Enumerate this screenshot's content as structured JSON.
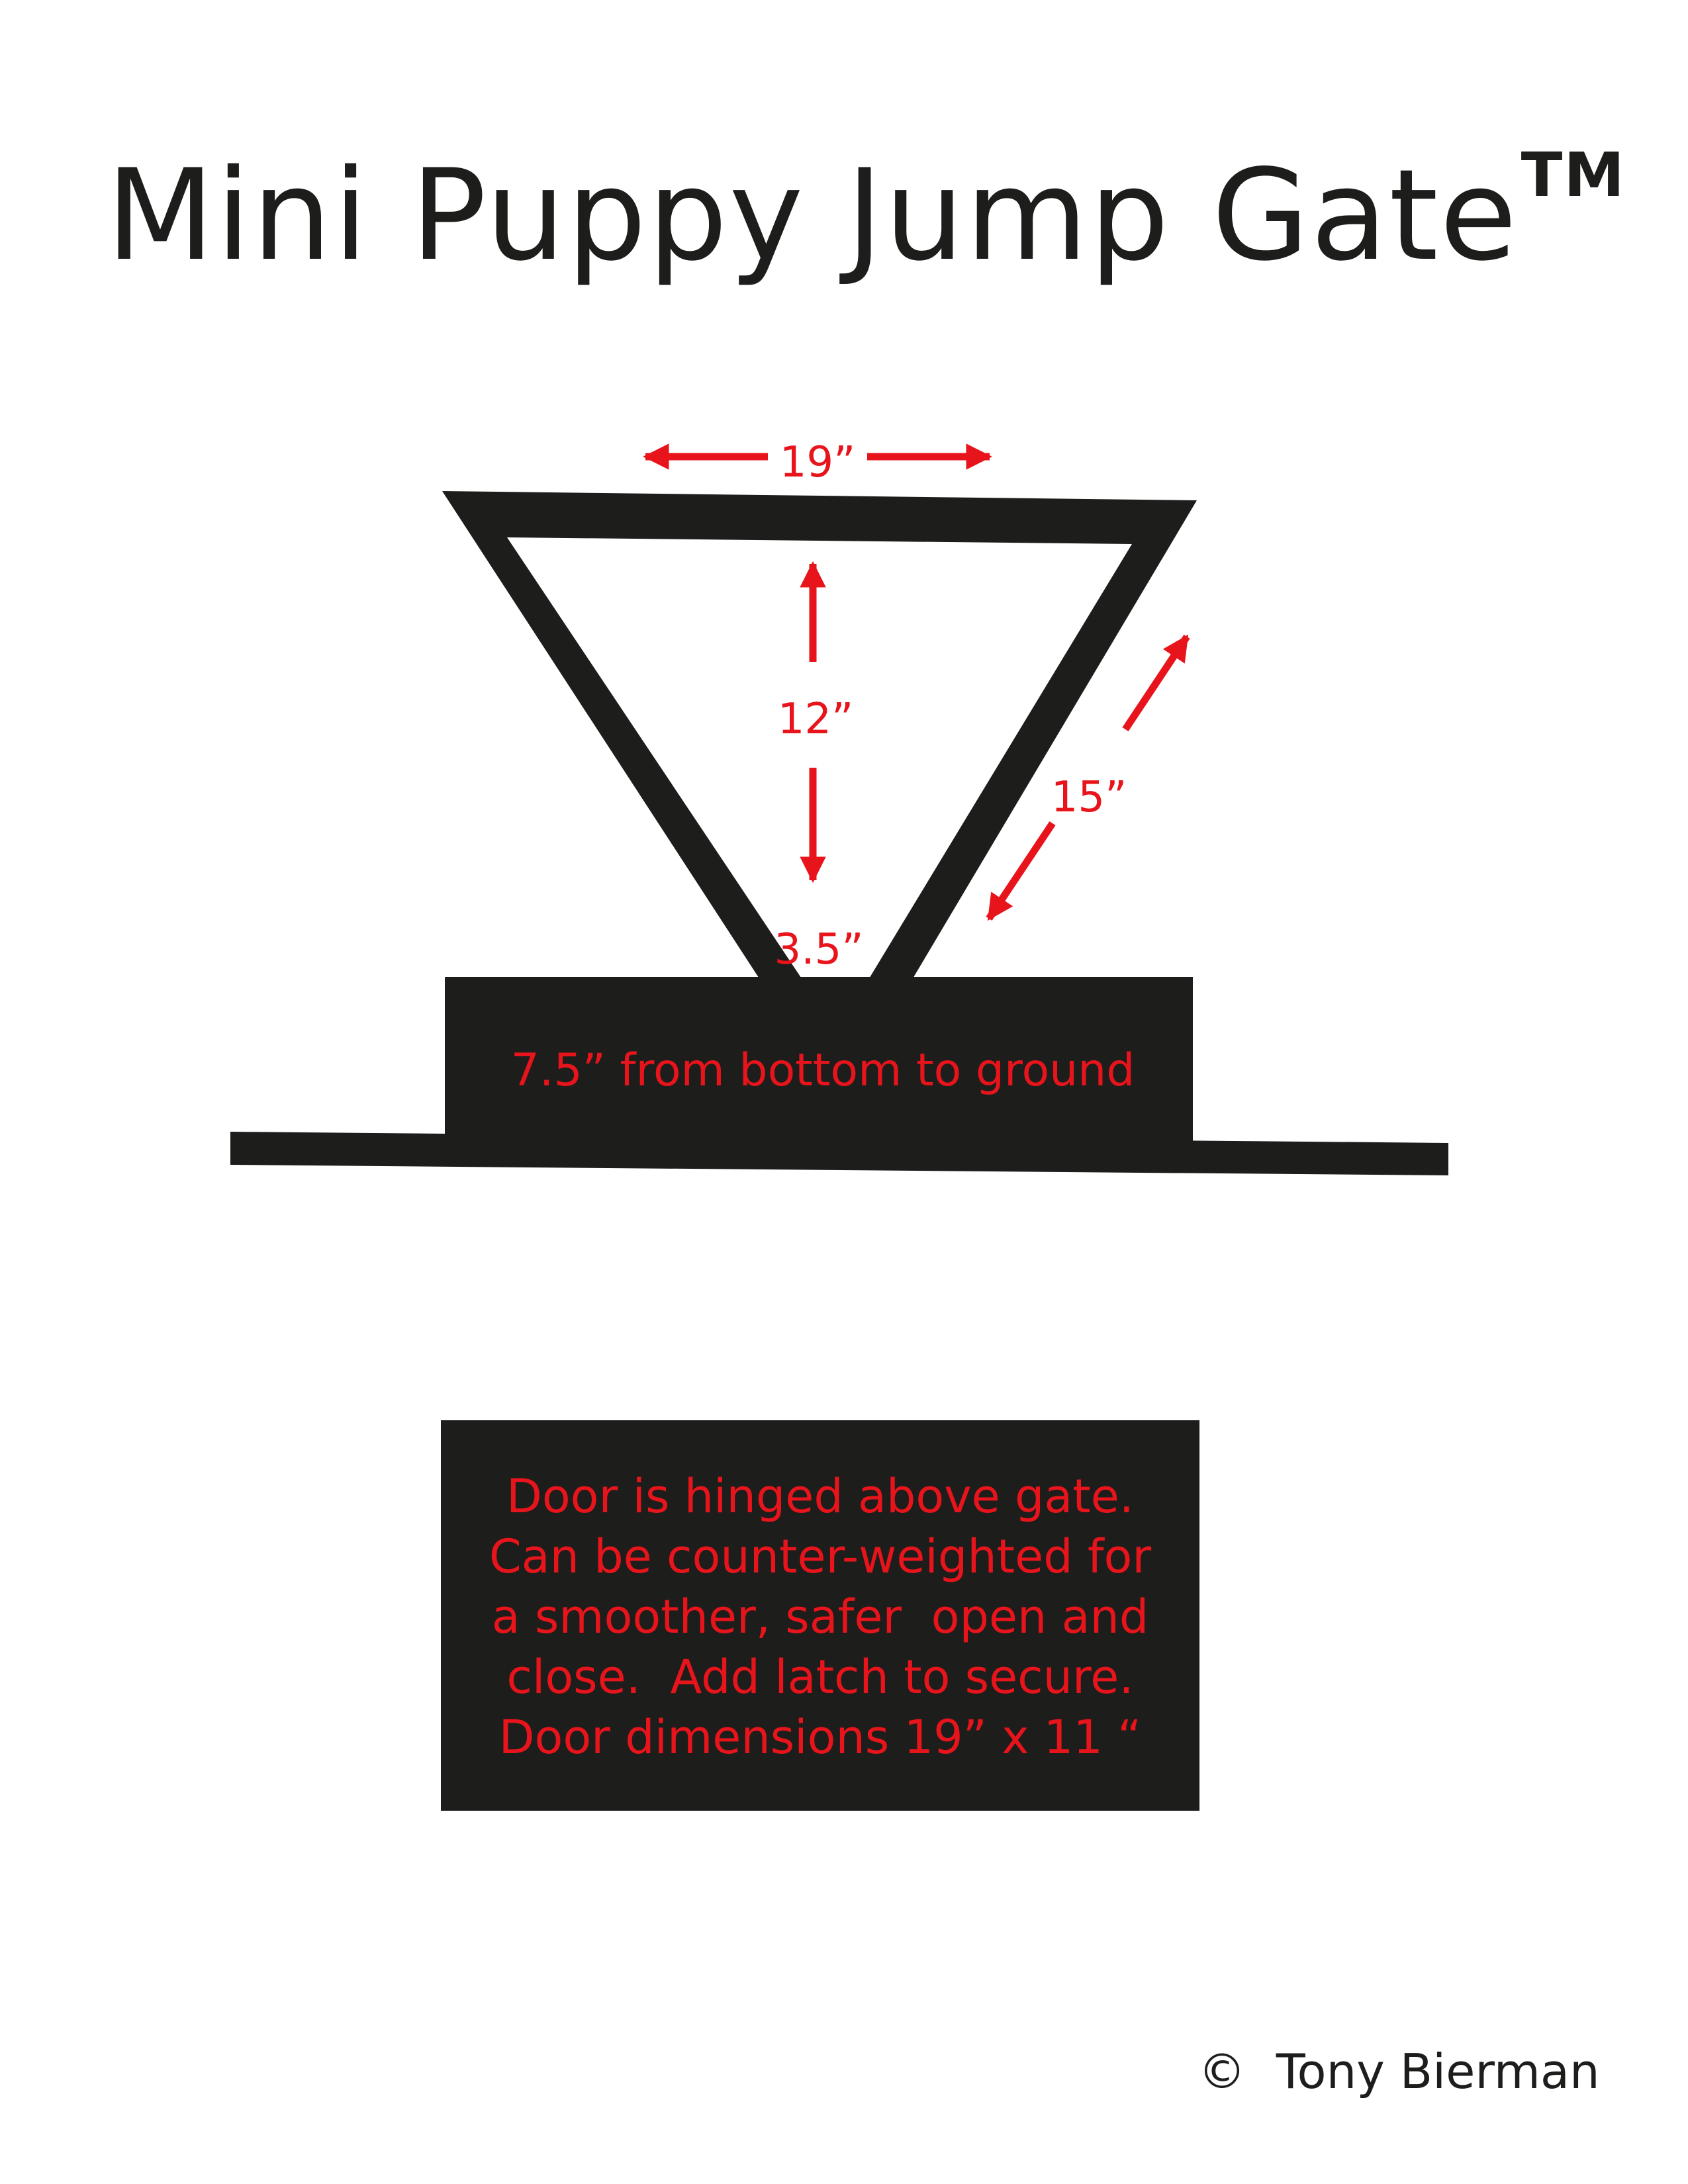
{
  "title": {
    "text": "Mini Puppy Jump Gate",
    "trademark": "TM"
  },
  "dimensions": {
    "top_width": "19”",
    "inner_height": "12”",
    "side_length": "15”",
    "bottom_gap": "3.5”",
    "base_label": "7.5” from bottom to ground"
  },
  "note": {
    "lines": [
      "Door is hinged above gate.",
      "Can be counter-weighted for",
      "a smoother, safer  open and",
      "close.  Add latch to secure.",
      "Door dimensions 19” x 11 “"
    ]
  },
  "credit": {
    "symbol": "©",
    "name": "Tony Bierman"
  },
  "colors": {
    "shape": "#1d1d1b",
    "annotation": "#e8141c",
    "background": "#ffffff"
  }
}
